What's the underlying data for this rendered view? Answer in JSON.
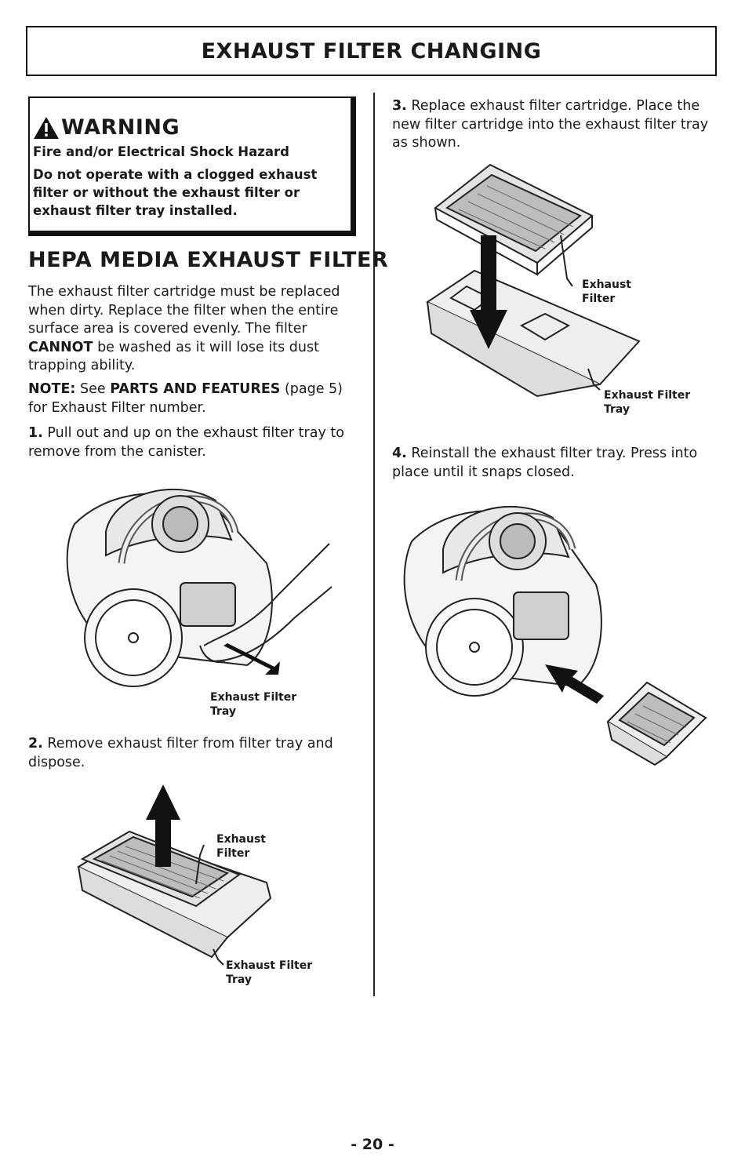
{
  "header": {
    "title": "EXHAUST FILTER CHANGING"
  },
  "warning": {
    "title": "WARNING",
    "hazard": "Fire and/or Electrical Shock Hazard",
    "body": "Do not operate with a clogged exhaust filter or without the exhaust filter or exhaust filter tray installed."
  },
  "section": {
    "title": "HEPA MEDIA EXHAUST FILTER",
    "intro": {
      "part1": "The exhaust filter cartridge must be replaced when dirty. Replace the filter when the entire surface area is covered evenly. The filter ",
      "emphasis": "CANNOT",
      "part2": " be washed as it will lose its dust trapping ability."
    },
    "note": {
      "label": "NOTE:",
      "pre": " See ",
      "ref": "PARTS AND FEATURES",
      "post": " (page 5) for Exhaust Filter number."
    }
  },
  "steps": [
    {
      "number": "1.",
      "text": " Pull out and up on the exhaust filter tray to remove from the canister."
    },
    {
      "number": "2.",
      "text": " Remove exhaust filter from filter tray and dispose."
    },
    {
      "number": "3.",
      "text": " Replace exhaust filter cartridge. Place the new filter cartridge into the exhaust filter tray as shown."
    },
    {
      "number": "4.",
      "text": " Reinstall the exhaust filter tray. Press into place until it snaps closed."
    }
  ],
  "callouts": {
    "fig1_tray": [
      "Exhaust Filter",
      "Tray"
    ],
    "fig2_filter": [
      "Exhaust",
      "Filter"
    ],
    "fig2_tray": [
      "Exhaust Filter",
      "Tray"
    ],
    "fig3_filter": [
      "Exhaust",
      "Filter"
    ],
    "fig3_tray": [
      "Exhaust Filter",
      "Tray"
    ]
  },
  "footer": {
    "page": "- 20 -"
  }
}
